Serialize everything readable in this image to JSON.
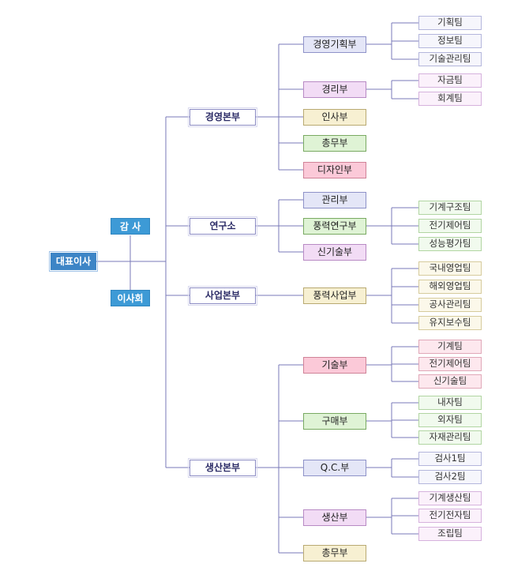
{
  "ceo": "대표이사",
  "auditor": "감 사",
  "board": "이사회",
  "divisions": [
    {
      "label": "경영본부",
      "departments": [
        {
          "label": "경영기획부",
          "color": "blue",
          "teams": [
            "기획팀",
            "정보팀",
            "기술관리팀"
          ]
        },
        {
          "label": "경리부",
          "color": "pink",
          "teams": [
            "자금팀",
            "회계팀"
          ]
        },
        {
          "label": "인사부",
          "color": "yellow",
          "teams": []
        },
        {
          "label": "총무부",
          "color": "green",
          "teams": []
        },
        {
          "label": "디자인부",
          "color": "rose",
          "teams": []
        }
      ]
    },
    {
      "label": "연구소",
      "departments": [
        {
          "label": "관리부",
          "color": "blue",
          "teams": []
        },
        {
          "label": "풍력연구부",
          "color": "green",
          "teams": [
            "기계구조팀",
            "전기제어팀",
            "성능평가팀"
          ]
        },
        {
          "label": "신기술부",
          "color": "pink",
          "teams": []
        }
      ]
    },
    {
      "label": "사업본부",
      "departments": [
        {
          "label": "풍력사업부",
          "color": "yellow",
          "teams": [
            "국내영업팀",
            "해외영업팀",
            "공사관리팀",
            "유지보수팀"
          ]
        }
      ]
    },
    {
      "label": "생산본부",
      "departments": [
        {
          "label": "기술부",
          "color": "rose",
          "teams": [
            "기계팀",
            "전기제어팀",
            "신기술팀"
          ]
        },
        {
          "label": "구매부",
          "color": "green",
          "teams": [
            "내자팀",
            "외자팀",
            "자재관리팀"
          ]
        },
        {
          "label": "Q.C.부",
          "color": "blue",
          "teams": [
            "검사1팀",
            "검사2팀"
          ]
        },
        {
          "label": "생산부",
          "color": "pink",
          "teams": [
            "기계생산팀",
            "전기전자팀",
            "조립팀"
          ]
        },
        {
          "label": "총무부",
          "color": "yellow",
          "teams": []
        }
      ]
    }
  ],
  "colors": {
    "connector": "#7a7ab8",
    "ceo_fill": "#3d85c6",
    "side_fill": "#3d9ad6",
    "blue": "#e4e6f7",
    "pink": "#f2dcf5",
    "yellow": "#f7f0d2",
    "green": "#dff3d5",
    "rose": "#fbc9d8"
  }
}
